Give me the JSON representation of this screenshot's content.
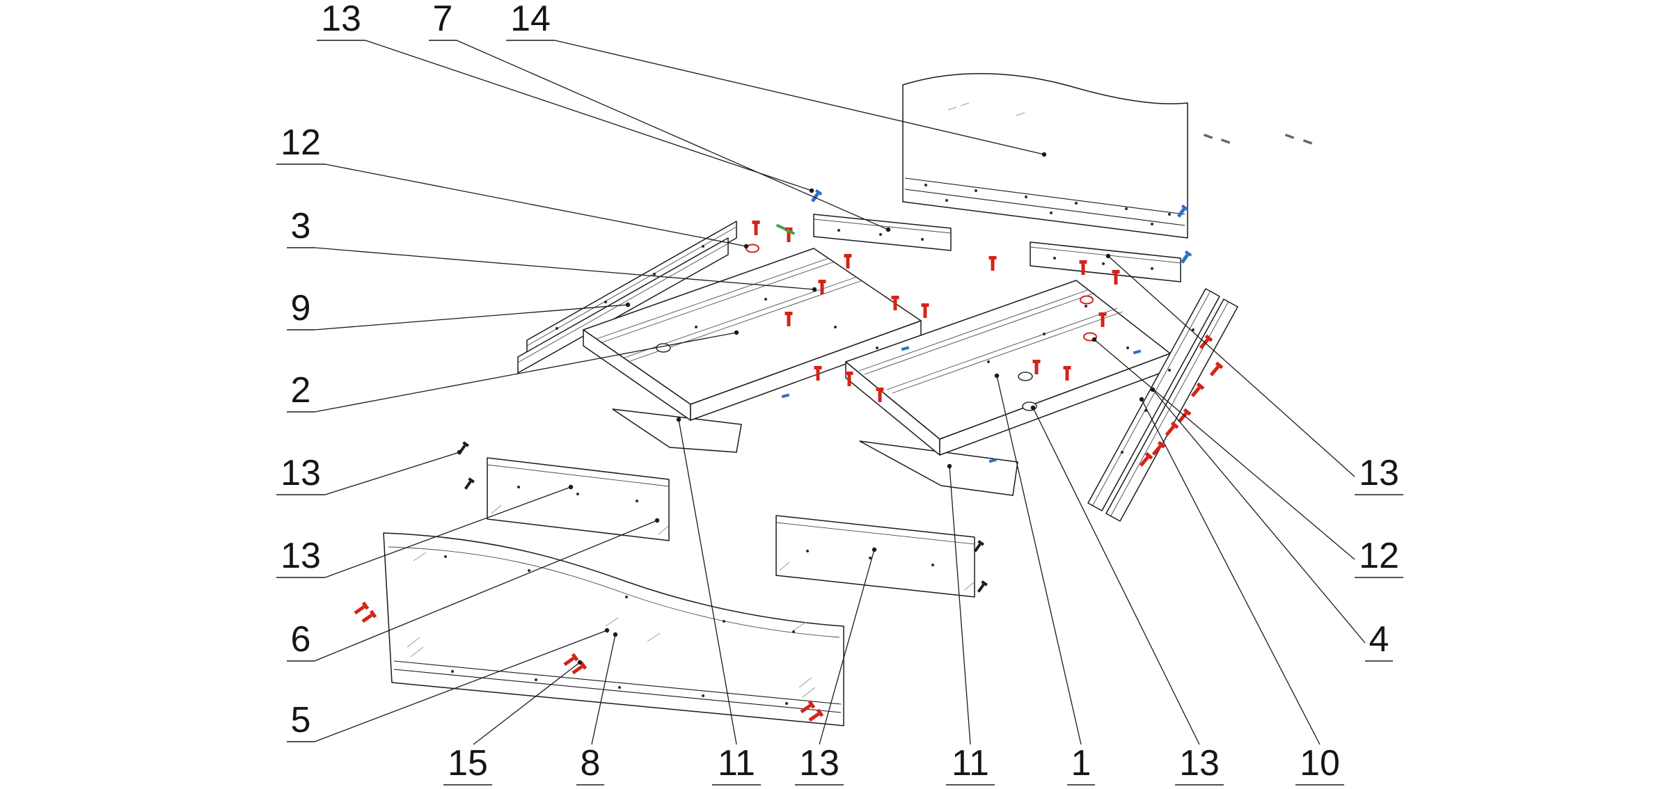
{
  "diagram": {
    "kind": "exploded-assembly-drawing",
    "subject": "Bed frame exploded assembly diagram with numbered part callouts",
    "background_color": "#ffffff",
    "line_color": "#1a1a1a",
    "hardware_colors": {
      "screw_red": "#d42419",
      "connector_blue": "#2f6fc0",
      "dowel_green": "#3aa83a",
      "screw_black": "#1d1d1d",
      "ghost_gray": "#666666",
      "cam_red": "#d42419"
    },
    "labels": [
      {
        "id": "13-top",
        "text": "13"
      },
      {
        "id": "7",
        "text": "7"
      },
      {
        "id": "14",
        "text": "14"
      },
      {
        "id": "12-left",
        "text": "12"
      },
      {
        "id": "3",
        "text": "3"
      },
      {
        "id": "9",
        "text": "9"
      },
      {
        "id": "2",
        "text": "2"
      },
      {
        "id": "13-left-upper",
        "text": "13"
      },
      {
        "id": "13-left-lower",
        "text": "13"
      },
      {
        "id": "6",
        "text": "6"
      },
      {
        "id": "5",
        "text": "5"
      },
      {
        "id": "15",
        "text": "15"
      },
      {
        "id": "8",
        "text": "8"
      },
      {
        "id": "11-left",
        "text": "11"
      },
      {
        "id": "13-bottom-left",
        "text": "13"
      },
      {
        "id": "11-right",
        "text": "11"
      },
      {
        "id": "1",
        "text": "1"
      },
      {
        "id": "13-bottom-right",
        "text": "13"
      },
      {
        "id": "10",
        "text": "10"
      },
      {
        "id": "13-right",
        "text": "13"
      },
      {
        "id": "12-right",
        "text": "12"
      },
      {
        "id": "4",
        "text": "4"
      }
    ]
  }
}
